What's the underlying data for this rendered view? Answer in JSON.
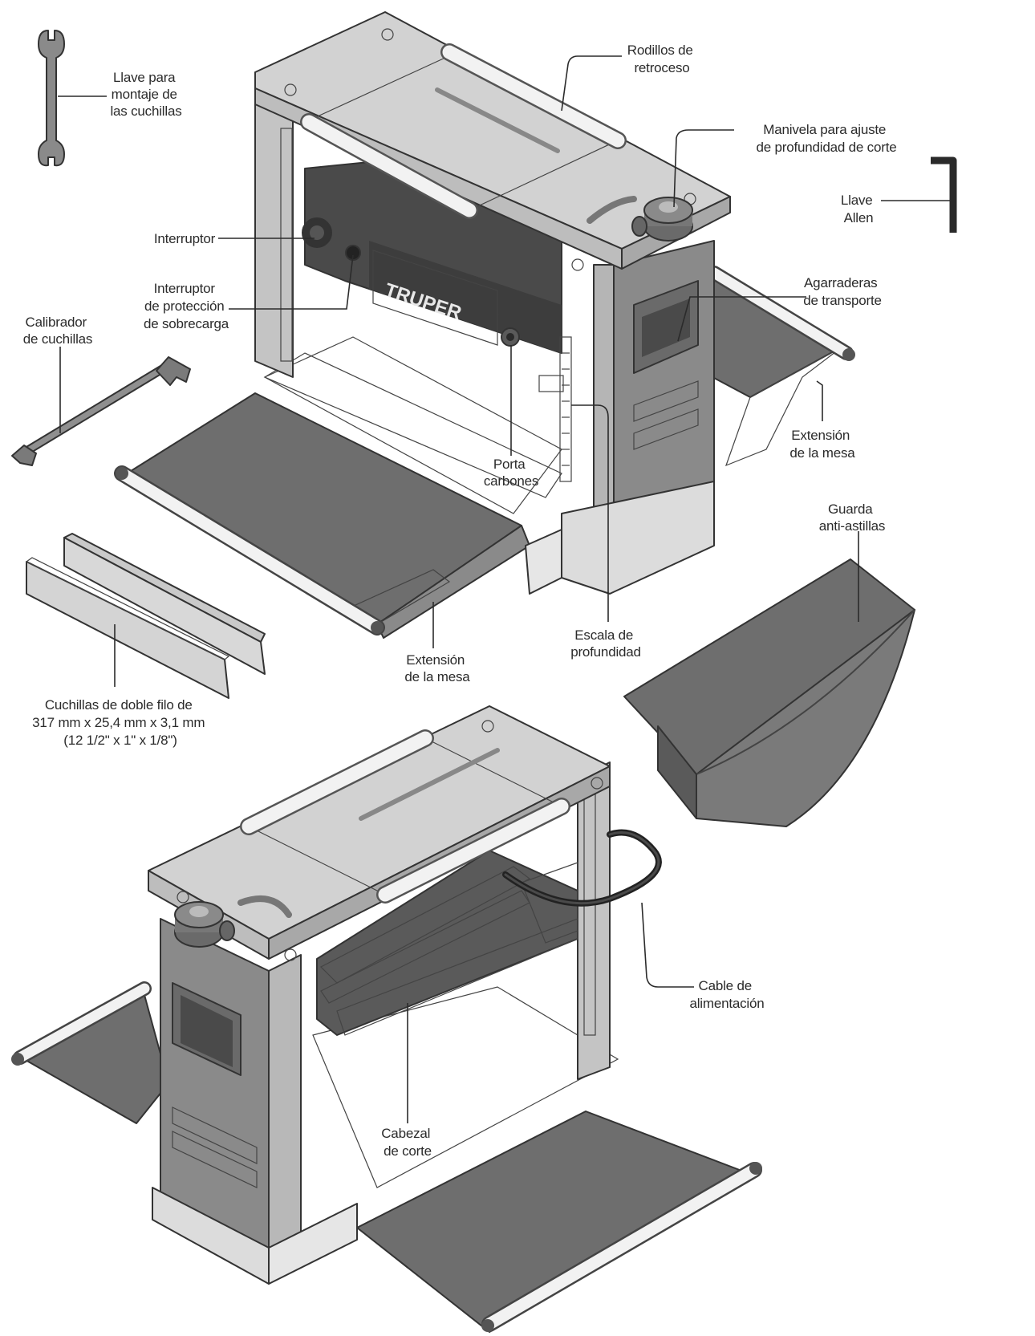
{
  "labels": {
    "llave_montaje": [
      "Llave para",
      "montaje de",
      "las cuchillas"
    ],
    "rodillos": [
      "Rodillos de",
      "retroceso"
    ],
    "manivela": [
      "Manivela para ajuste",
      "de profundidad de corte"
    ],
    "llave_allen": [
      "Llave",
      "Allen"
    ],
    "interruptor": [
      "Interruptor"
    ],
    "interruptor_proteccion": [
      "Interruptor",
      "de protección",
      "de sobrecarga"
    ],
    "agarraderas": [
      "Agarraderas",
      "de transporte"
    ],
    "calibrador": [
      "Calibrador",
      "de cuchillas"
    ],
    "porta_carbones": [
      "Porta",
      "carbones"
    ],
    "extension_derecha": [
      "Extensión",
      "de la mesa"
    ],
    "guarda": [
      "Guarda",
      "anti-astillas"
    ],
    "extension_frontal": [
      "Extensión",
      "de la mesa"
    ],
    "escala": [
      "Escala de",
      "profundidad"
    ],
    "cuchillas": [
      "Cuchillas de doble filo de",
      "317 mm x 25,4 mm x 3,1 mm",
      "(12 1/2\" x 1\" x 1/8\")"
    ],
    "cable": [
      "Cable de",
      "alimentación"
    ],
    "cabezal": [
      "Cabezal",
      "de corte"
    ]
  },
  "brand": "TRUPER",
  "colors": {
    "body_light": "#d9d9d9",
    "body_mid": "#b8b8b8",
    "body_dark": "#7c7c7c",
    "table_dark": "#6e6e6e",
    "motor_dark": "#4a4a4a",
    "roller": "#f2f2f2",
    "ink": "#2b2b2b"
  }
}
